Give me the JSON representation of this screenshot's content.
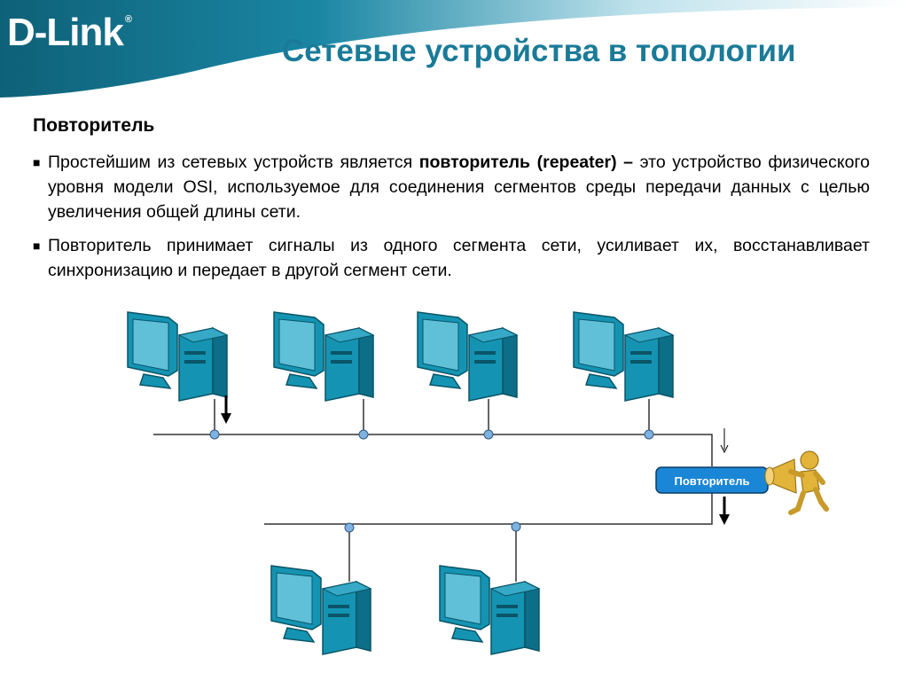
{
  "header": {
    "logo": "D-Link",
    "logo_mark": "®",
    "title": "Сетевые устройства в топологии"
  },
  "content": {
    "subheading": "Повторитель",
    "bullets": [
      {
        "text_before": "Простейшим из сетевых устройств является ",
        "bold": "повторитель (repeater) –",
        "text_after": " это устройство физического уровня модели OSI, используемое для соединения сегментов среды передачи данных с целью увеличения общей длины сети."
      },
      {
        "text_before": "Повторитель принимает сигналы из одного сегмента сети, усиливает их, восстанавливает синхронизацию и передает в другой сегмент сети.",
        "bold": "",
        "text_after": ""
      }
    ]
  },
  "diagram": {
    "repeater_label": "Повторитель",
    "device_icon": "computer-icon",
    "figure_icon": "megaphone-figure-icon",
    "colors": {
      "device": "#1494b2",
      "device_dark": "#0c6f87",
      "line": "#333333",
      "node": "#7fb2e0",
      "repeater_box": "#1a86d6",
      "figure": "#e2b43a",
      "brand": "#1a7b98"
    }
  }
}
